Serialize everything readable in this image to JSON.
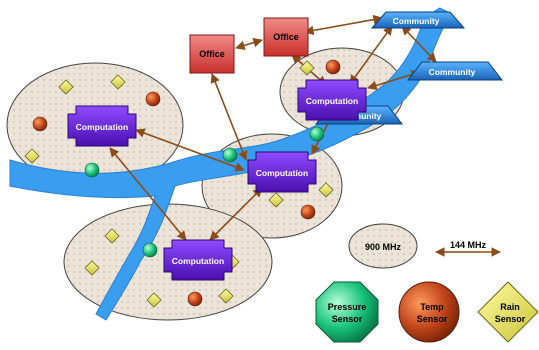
{
  "nodes": {
    "office_1": "Office",
    "office_2": "Office",
    "community_1": "Community",
    "community_2": "Community",
    "community_3": "Community",
    "computation_1": "Computation",
    "computation_2": "Computation",
    "computation_3": "Computation",
    "computation_4": "Computation"
  },
  "legend": {
    "mhz_900": "900 MHz",
    "mhz_144": "144 MHz",
    "pressure_line1": "Pressure",
    "pressure_line2": "Sensor",
    "temp_line1": "Temp",
    "temp_line2": "Sensor",
    "rain_line1": "Rain",
    "rain_line2": "Sensor"
  },
  "colors": {
    "river": "#3a9ef0",
    "zone_fill": "#ece4d8",
    "office_fill": "#d9534f",
    "community_fill": "#2f8fd8",
    "computation_fill": "#6a1fd6",
    "pressure_sensor": "#18c27a",
    "temp_sensor": "#c0441a",
    "rain_sensor": "#e6e25a",
    "link": "#8a4d1a"
  }
}
